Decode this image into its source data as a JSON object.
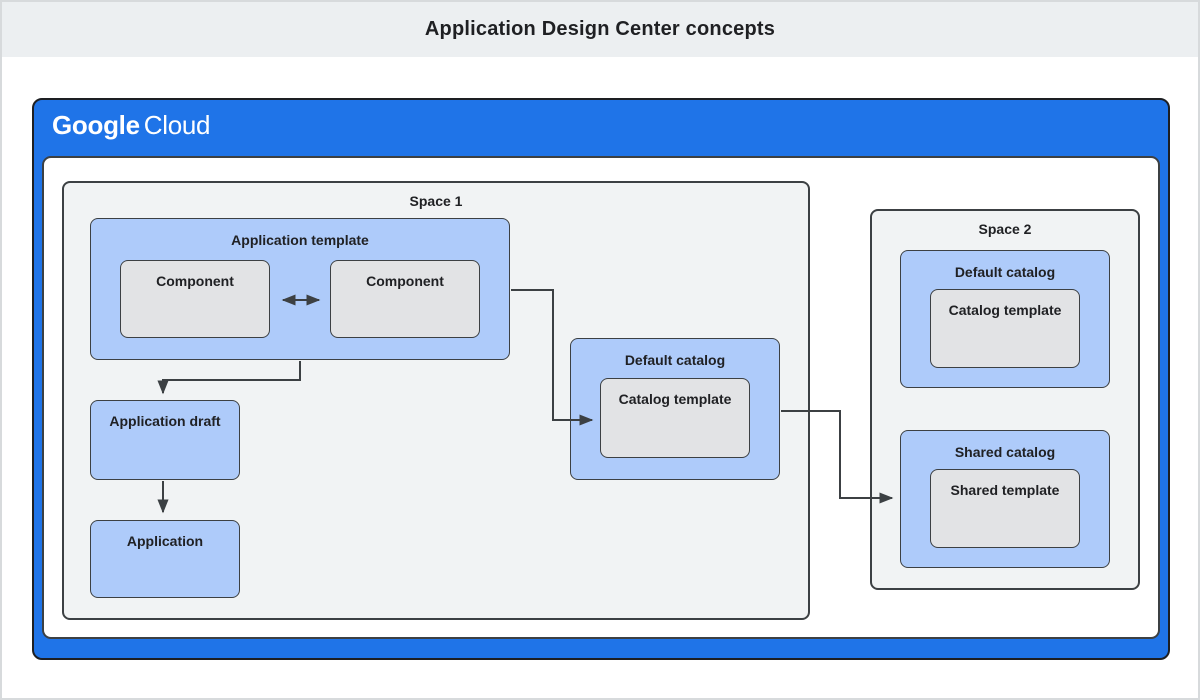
{
  "title": "Application Design Center concepts",
  "brand": {
    "name": "Google Cloud",
    "google": "Google",
    "cloud": "Cloud"
  },
  "colors": {
    "frame_blue": "#1f74e8",
    "box_blue": "#aecbfa",
    "box_gray": "#e2e3e5",
    "space_gray": "#f1f3f4",
    "header_band": "#eceff1",
    "border_dark": "#3c4043",
    "text_dark": "#202124"
  },
  "diagram": {
    "space1": {
      "label": "Space 1",
      "application_template": {
        "label": "Application template",
        "components": [
          "Component",
          "Component"
        ]
      },
      "application_draft": {
        "label": "Application draft"
      },
      "application": {
        "label": "Application"
      },
      "default_catalog": {
        "label": "Default catalog",
        "template": "Catalog template"
      }
    },
    "space2": {
      "label": "Space 2",
      "default_catalog": {
        "label": "Default catalog",
        "template": "Catalog template"
      },
      "shared_catalog": {
        "label": "Shared catalog",
        "template": "Shared template"
      }
    },
    "connections": [
      {
        "from": "component-1",
        "to": "component-2",
        "style": "bidirectional-arrow"
      },
      {
        "from": "application-template",
        "to": "application-draft",
        "style": "arrow"
      },
      {
        "from": "application-draft",
        "to": "application",
        "style": "arrow"
      },
      {
        "from": "application-template",
        "to": "space1-catalog-template",
        "style": "arrow"
      },
      {
        "from": "space1-default-catalog",
        "to": "space2-shared-catalog",
        "style": "arrow"
      }
    ]
  }
}
